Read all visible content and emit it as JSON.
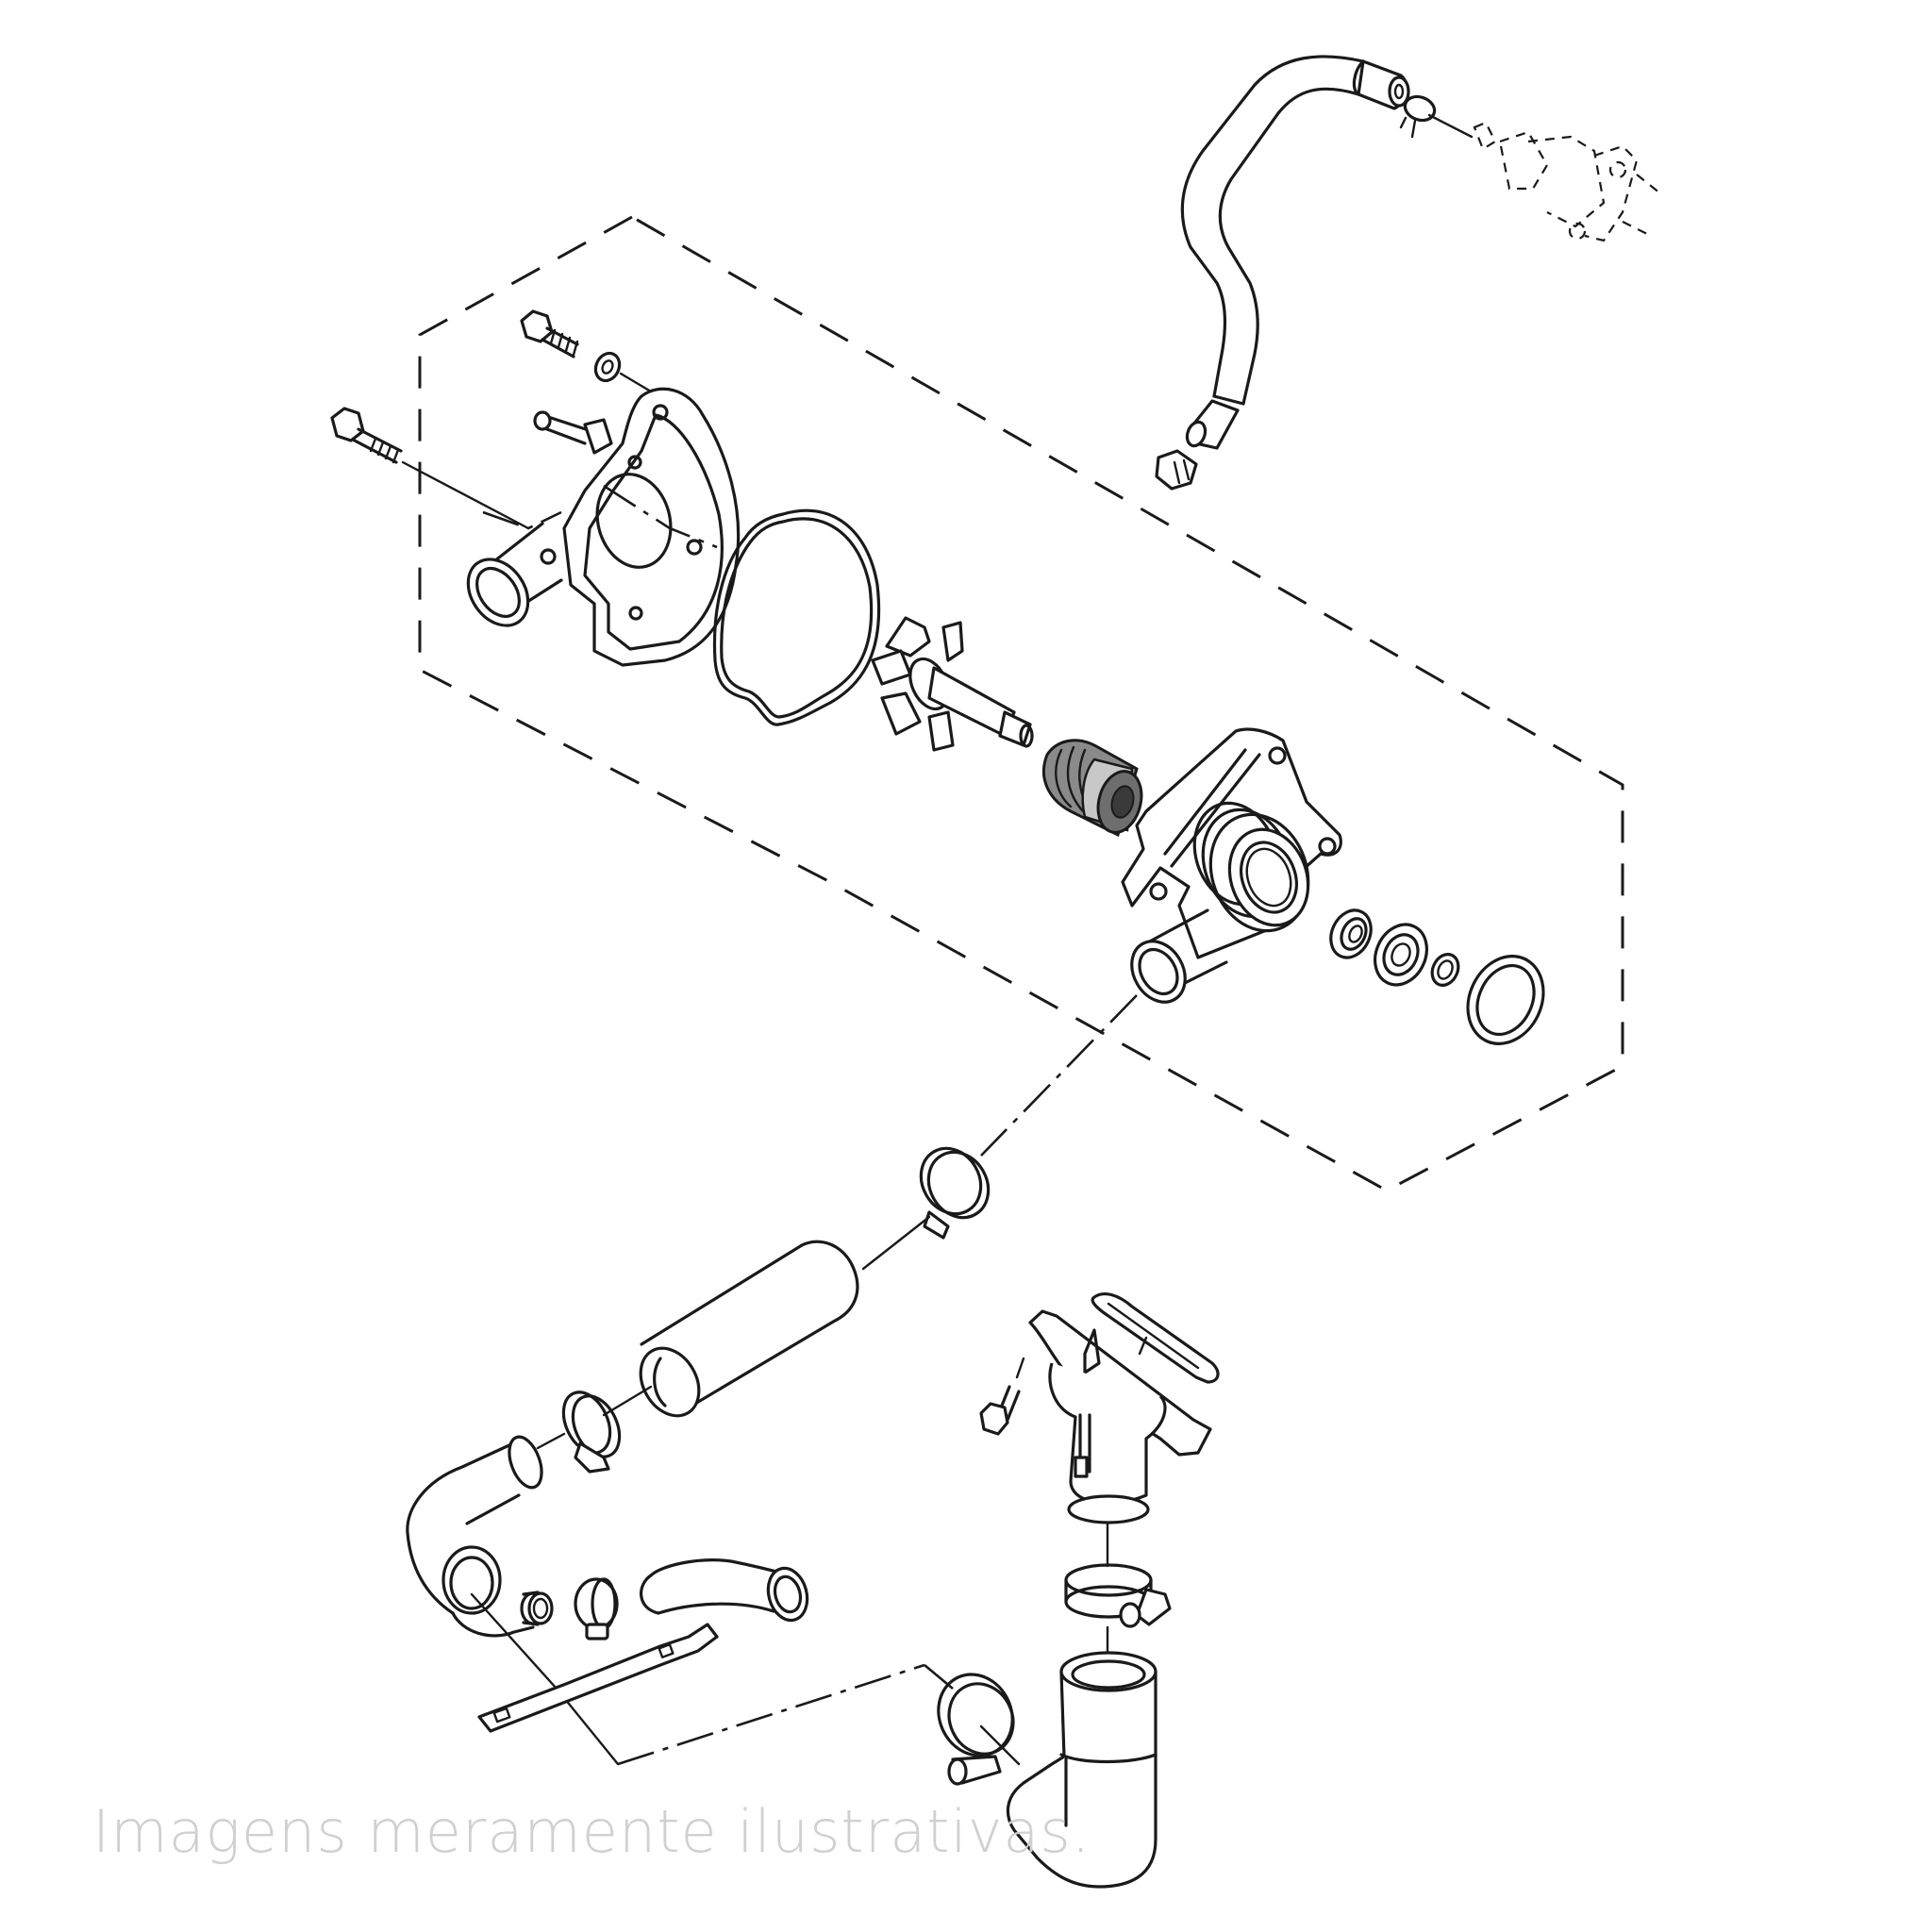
{
  "diagram": {
    "type": "exploded-parts-diagram",
    "subject": "water pump and coolant hose assembly",
    "colors": {
      "line": "#1a1a1a",
      "background": "#ffffff",
      "seal_dark": "#4a4a4a",
      "seal_mid": "#8a8a8a",
      "seal_light": "#c8c8c8",
      "watermark": "#d0d0d0"
    },
    "groups": [
      {
        "id": "bypass-hose-group",
        "parts": [
          "bypass-hose",
          "hose-clip-small",
          "fitting-union",
          "thermostat-housing-ghost"
        ]
      },
      {
        "id": "water-pump-group",
        "boundary": "dashed-hexagon",
        "parts": [
          "bolt-long",
          "bolt-short",
          "washer",
          "pump-cover",
          "pump-cover-gasket",
          "impeller-shaft",
          "mechanical-seal",
          "pump-body",
          "oil-seal",
          "bearing",
          "circlip",
          "o-ring"
        ]
      },
      {
        "id": "outlet-hose-group",
        "parts": [
          "hose-clamp-upper",
          "hose-straight",
          "hose-clamp-mid",
          "hose-elbow",
          "spacer-collar",
          "hose-clamp-small",
          "hose-bent-small",
          "hose-bracket",
          "hose-clamp-lower",
          "thermostat-cover",
          "thermostat-gasket",
          "bolt-thermostat",
          "hose-clamp-thermostat",
          "hose-L-pipe"
        ]
      }
    ]
  },
  "footer": {
    "watermark": "Imagens meramente ilustrativas."
  }
}
